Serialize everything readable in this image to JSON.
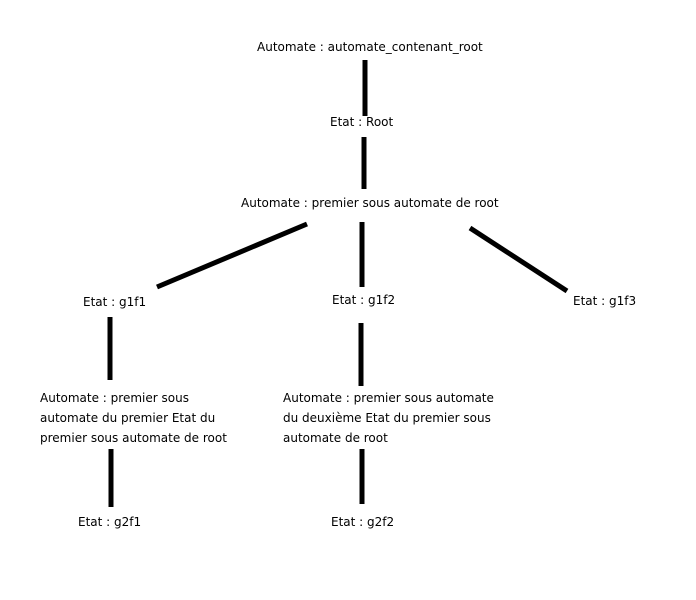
{
  "nodes": {
    "automate_root": "Automate :  automate_contenant_root",
    "etat_root": "Etat : Root",
    "automate_premier": "Automate : premier sous automate de root",
    "etat_g1f1": "Etat : g1f1",
    "etat_g1f2": "Etat : g1f2",
    "etat_g1f3": "Etat : g1f3",
    "automate_g1f1": "Automate : premier sous\nautomate du premier Etat du\npremier sous automate de root",
    "automate_g1f2": "Automate : premier sous automate\ndu deuxième Etat du premier sous\nautomate de root",
    "etat_g2f1": "Etat : g2f1",
    "etat_g2f2": "Etat : g2f2"
  },
  "line_color": "#000000"
}
